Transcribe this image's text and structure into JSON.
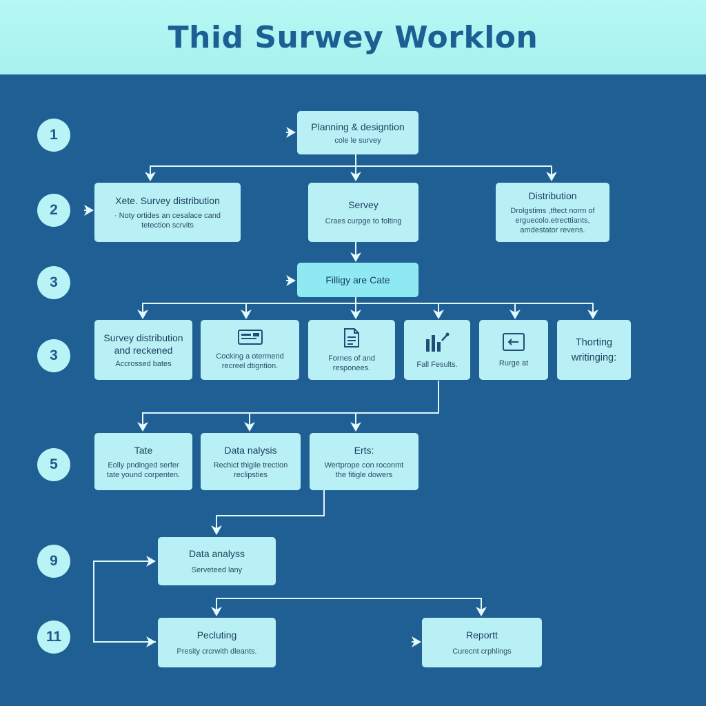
{
  "header": {
    "title": "Thid Surwey Worklon"
  },
  "steps": [
    "1",
    "2",
    "3",
    "3",
    "5",
    "9",
    "11"
  ],
  "nodes": {
    "planning": {
      "title": "Planning & designtion",
      "sub": "cole le survey"
    },
    "survey_distribution": {
      "title": "Xete. Survey distribution",
      "sub1": "· Noty ortides an cesalace cand",
      "sub2": "tetection scrvits"
    },
    "survey": {
      "title": "Servey",
      "sub": "Craes curpge to folting"
    },
    "distribution": {
      "title": "Distribution",
      "sub1": "Drolgstims ,tftect norm of",
      "sub2": "erguecolo.etrecttiants,",
      "sub3": "amdestator revens."
    },
    "filling": {
      "title": "Filligy are Cate"
    },
    "survey_reckened": {
      "title1": "Survey distribution",
      "title2": "and reckened",
      "sub": "Accrossed bates"
    },
    "cocking": {
      "sub1": "Cocking a otermend",
      "sub2": "recreel dtigntion."
    },
    "formes": {
      "sub1": "Fornes of and",
      "sub2": "responees."
    },
    "fall_results": {
      "sub": "Fall Fesults."
    },
    "rurge": {
      "sub": "Rurge at"
    },
    "thorting": {
      "title1": "Thorting",
      "title2": "writinging:"
    },
    "tate": {
      "title": "Tate",
      "sub1": "Eolly pndinged serfer",
      "sub2": "tate yound corpenten."
    },
    "data_nalysis": {
      "title": "Data nalysis",
      "sub1": "Rechict thigile trection",
      "sub2": "reclipsties"
    },
    "erts": {
      "title": "Erts:",
      "sub1": "Wertprope con roconmt",
      "sub2": "the fitigle dowers"
    },
    "data_analyss": {
      "title": "Data analyss",
      "sub": "Serveteed lany"
    },
    "pecluting": {
      "title": "Pecluting",
      "sub": "Presity crcrwith dleants."
    },
    "report": {
      "title": "Reportt",
      "sub": "Curecnt crphlings"
    }
  },
  "colors": {
    "background": "#1f5f94",
    "header": "#b1f5f1",
    "node": "#b9f0f6",
    "wire": "#dff8fb"
  }
}
